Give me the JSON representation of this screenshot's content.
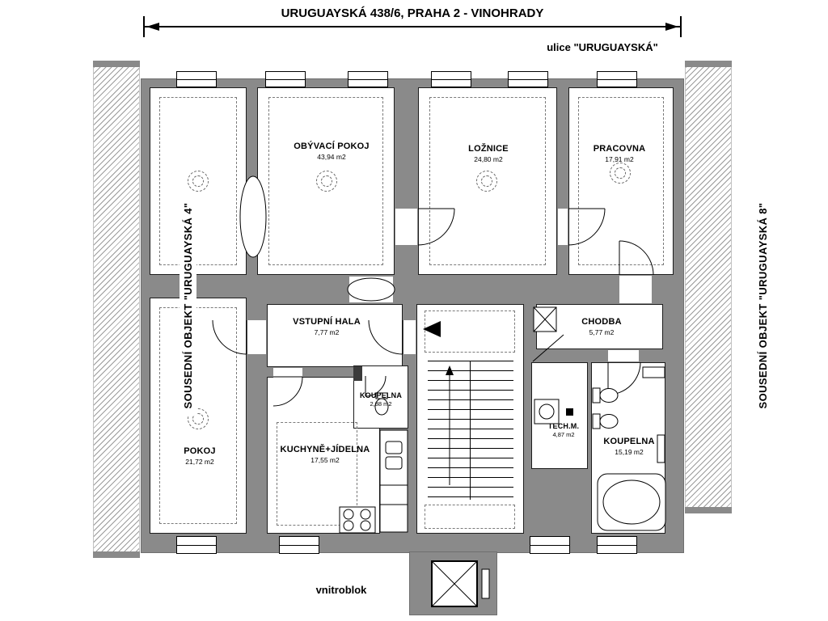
{
  "header": {
    "title": "URUGUAYSKÁ 438/6, PRAHA 2 - VINOHRADY",
    "street": "ulice \"URUGUAYSKÁ\""
  },
  "sides": {
    "left": "SOUSEDNÍ OBJEKT \"URUGUAYSKÁ 4\"",
    "right": "SOUSEDNÍ OBJEKT \"URUGUAYSKÁ 8\""
  },
  "footer": {
    "courtyard": "vnitroblok"
  },
  "rooms": {
    "obyvaci_pokoj": {
      "name": "OBÝVACÍ POKOJ",
      "area": "43,94 m2"
    },
    "loznice": {
      "name": "LOŽNICE",
      "area": "24,80 m2"
    },
    "pracovna": {
      "name": "PRACOVNA",
      "area": "17,91 m2"
    },
    "vstupni_hala": {
      "name": "VSTUPNÍ HALA",
      "area": "7,77 m2"
    },
    "chodba": {
      "name": "CHODBA",
      "area": "5,77 m2"
    },
    "koupelna_mala": {
      "name": "KOUPELNA",
      "area": "2,88 m2"
    },
    "pokoj": {
      "name": "POKOJ",
      "area": "21,72 m2"
    },
    "kuchyne_jidelna": {
      "name": "KUCHYNĚ+JÍDELNA",
      "area": "17,55 m2"
    },
    "tech_m": {
      "name": "TECH.M.",
      "area": "4,87 m2"
    },
    "koupelna_velka": {
      "name": "KOUPELNA",
      "area": "15,19 m2"
    }
  },
  "colors": {
    "wall": "#8a8a8a",
    "room": "#ffffff",
    "line": "#000000"
  }
}
